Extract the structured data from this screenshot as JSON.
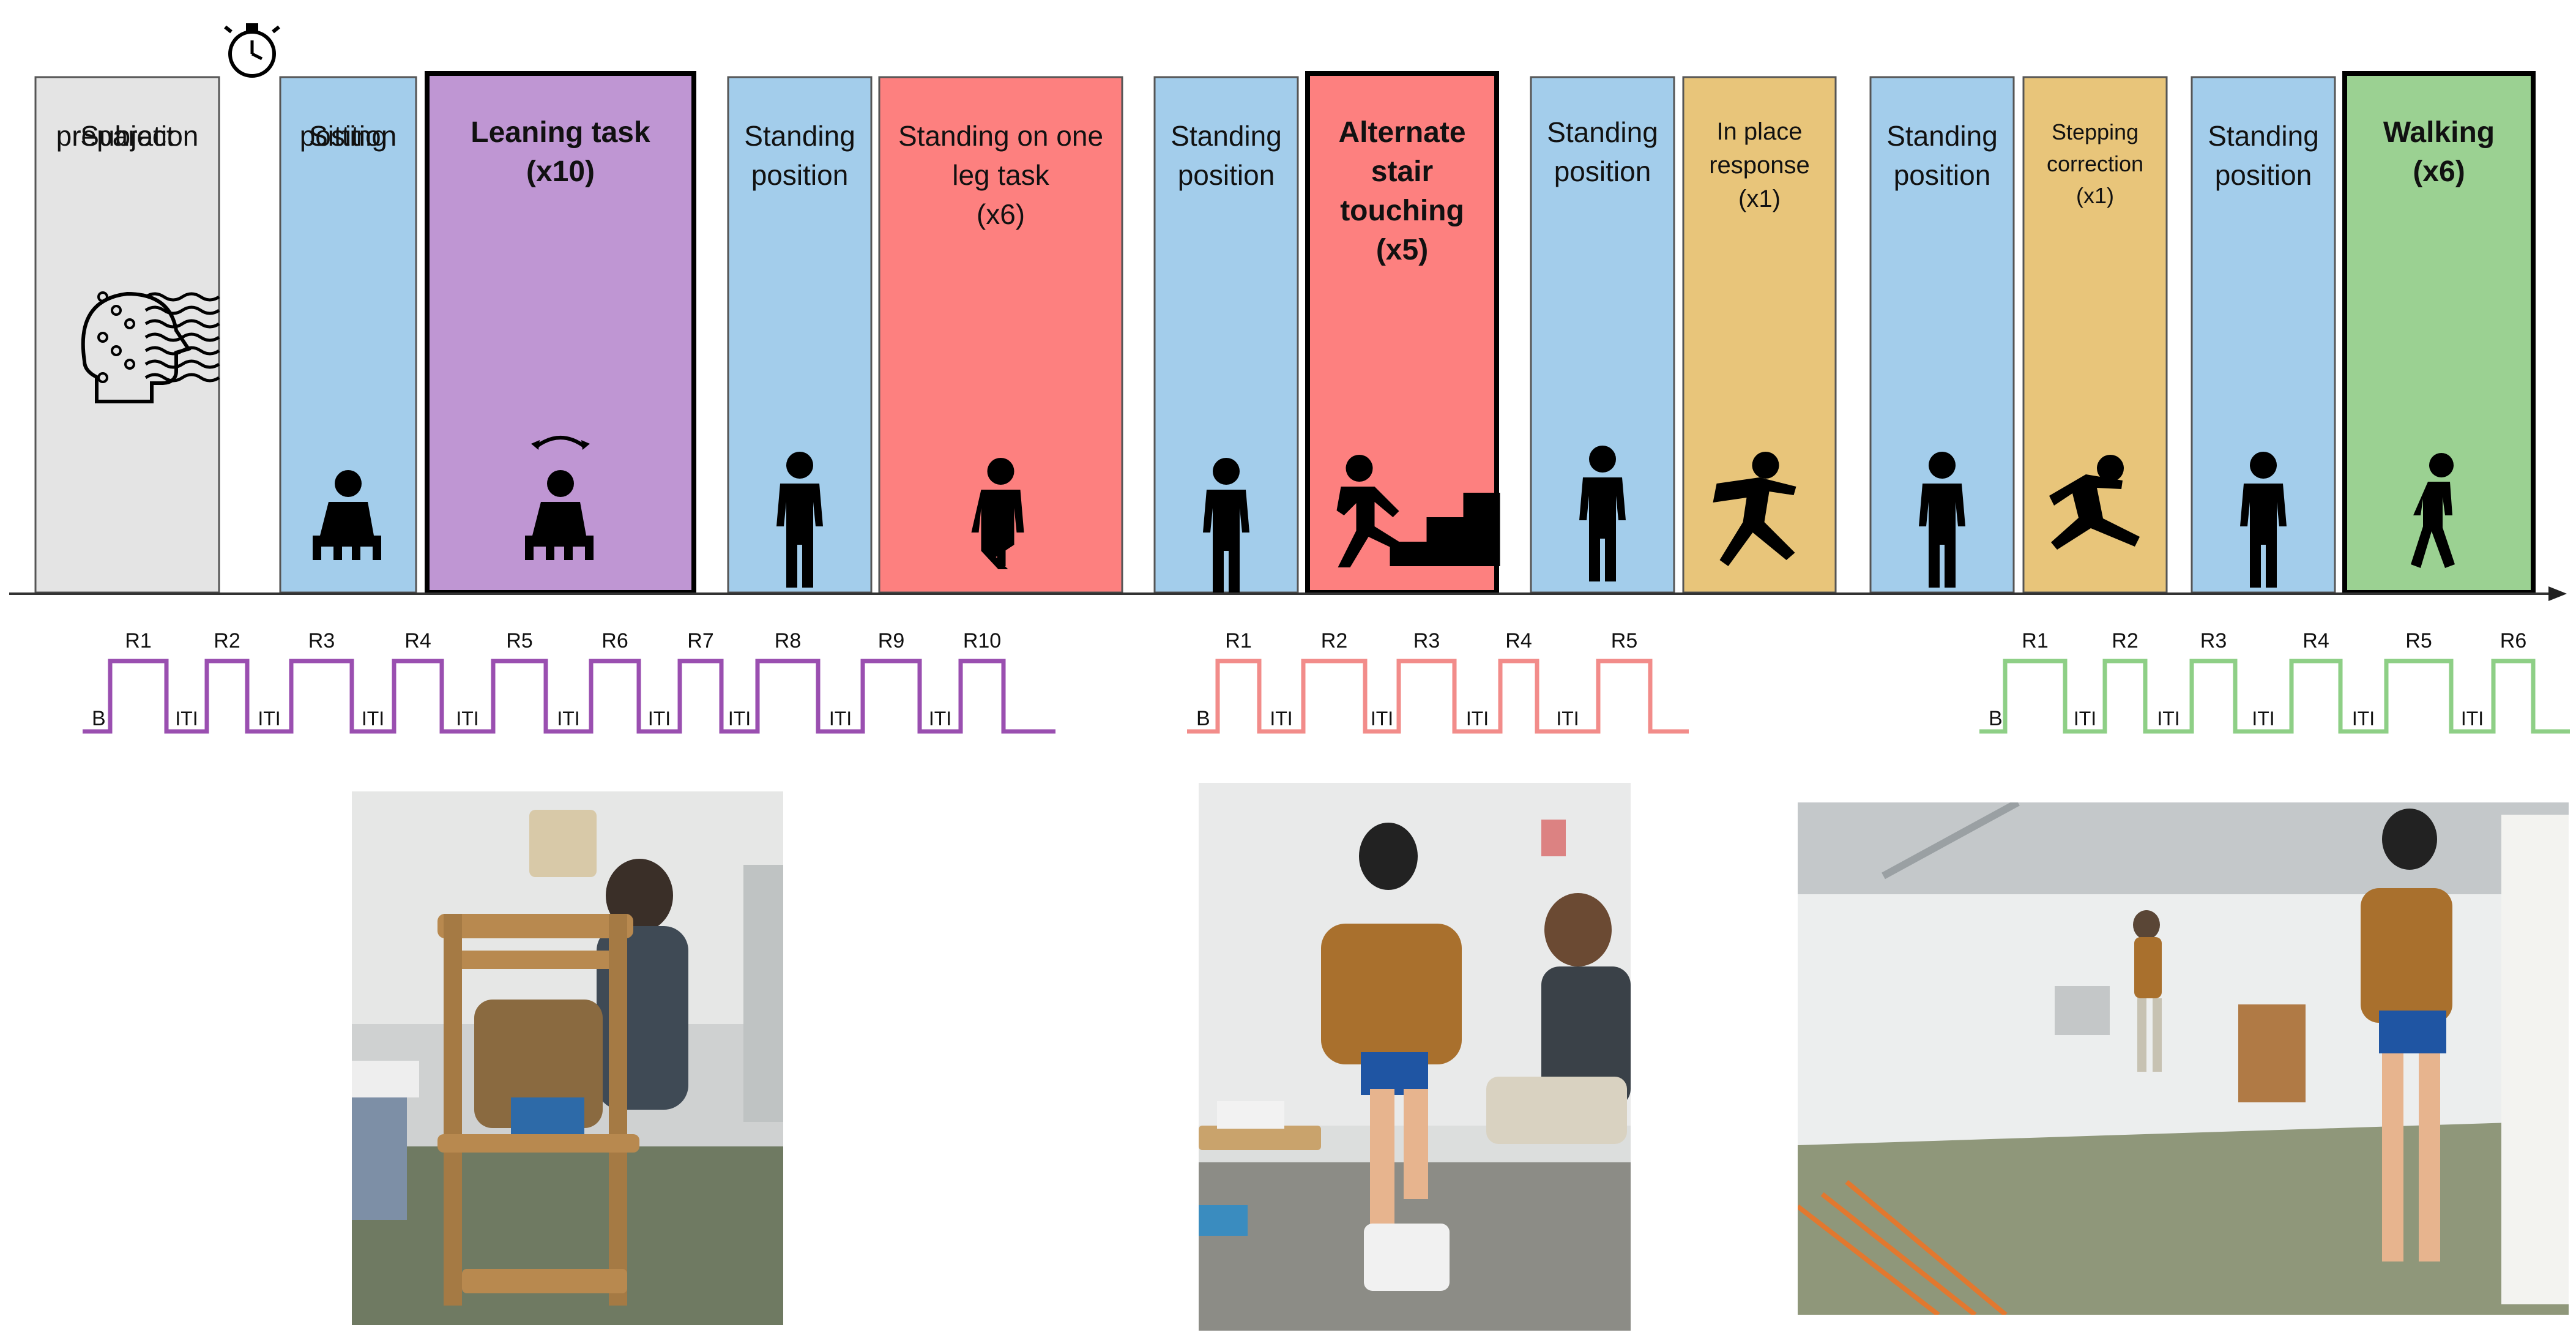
{
  "phases": [
    {
      "id": "prep",
      "lines": [
        "Subject",
        "preparation"
      ],
      "bold": false,
      "color": "#e4e4e4",
      "icon": "head-eeg-icon"
    },
    {
      "id": "sit",
      "lines": [
        "Sitting",
        "position"
      ],
      "bold": false,
      "color": "#a3cdeb",
      "icon": "sitting-person-icon"
    },
    {
      "id": "lean",
      "lines": [
        "Leaning task",
        "(x10)"
      ],
      "bold": true,
      "color": "#bf96d3",
      "icon": "leaning-person-icon"
    },
    {
      "id": "stand1",
      "lines": [
        "Standing",
        "position"
      ],
      "bold": false,
      "color": "#a3cdeb",
      "icon": "standing-person-icon"
    },
    {
      "id": "oneleg",
      "lines": [
        "Standing on one",
        "leg task",
        "(x6)"
      ],
      "bold": false,
      "color": "#fd807f",
      "icon": "one-leg-person-icon"
    },
    {
      "id": "stand2",
      "lines": [
        "Standing",
        "position"
      ],
      "bold": false,
      "color": "#a3cdeb",
      "icon": "standing-person-icon"
    },
    {
      "id": "stair",
      "lines": [
        "Alternate",
        "stair",
        "touching",
        "(x5)"
      ],
      "bold": true,
      "color": "#fd807f",
      "icon": "stairs-person-icon"
    },
    {
      "id": "stand3",
      "lines": [
        "Standing",
        "position"
      ],
      "bold": false,
      "color": "#a3cdeb",
      "icon": "standing-person-icon"
    },
    {
      "id": "inplace",
      "lines": [
        "In place",
        "response",
        "(x1)"
      ],
      "bold": false,
      "color": "#e8c57a",
      "icon": "kicking-person-icon"
    },
    {
      "id": "stand4",
      "lines": [
        "Standing",
        "position"
      ],
      "bold": false,
      "color": "#a3cdeb",
      "icon": "standing-person-icon"
    },
    {
      "id": "stepcorr",
      "lines": [
        "Stepping",
        "correction",
        "(x1)"
      ],
      "bold": false,
      "color": "#e8c57a",
      "icon": "falling-person-icon"
    },
    {
      "id": "stand5",
      "lines": [
        "Standing",
        "position"
      ],
      "bold": false,
      "color": "#a3cdeb",
      "icon": "standing-person-icon"
    },
    {
      "id": "walk",
      "lines": [
        "Walking",
        "(x6)"
      ],
      "bold": true,
      "color": "#9bd192",
      "icon": "walking-person-icon"
    }
  ],
  "timeline_icon": "stopwatch-icon",
  "signals": [
    {
      "id": "leaning",
      "color": "#9a4fb0",
      "baseline_label": "B",
      "interval_label": "ITI",
      "pulses": [
        "R1",
        "R2",
        "R3",
        "R4",
        "R5",
        "R6",
        "R7",
        "R8",
        "R9",
        "R10"
      ]
    },
    {
      "id": "stair",
      "color": "#f28c8a",
      "baseline_label": "B",
      "interval_label": "ITI",
      "pulses": [
        "R1",
        "R2",
        "R3",
        "R4",
        "R5"
      ]
    },
    {
      "id": "walking",
      "color": "#8ecf86",
      "baseline_label": "B",
      "interval_label": "ITI",
      "pulses": [
        "R1",
        "R2",
        "R3",
        "R4",
        "R5",
        "R6"
      ]
    }
  ],
  "photos": [
    {
      "id": "leaning-photo"
    },
    {
      "id": "stair-photo"
    },
    {
      "id": "walking-photo"
    }
  ]
}
